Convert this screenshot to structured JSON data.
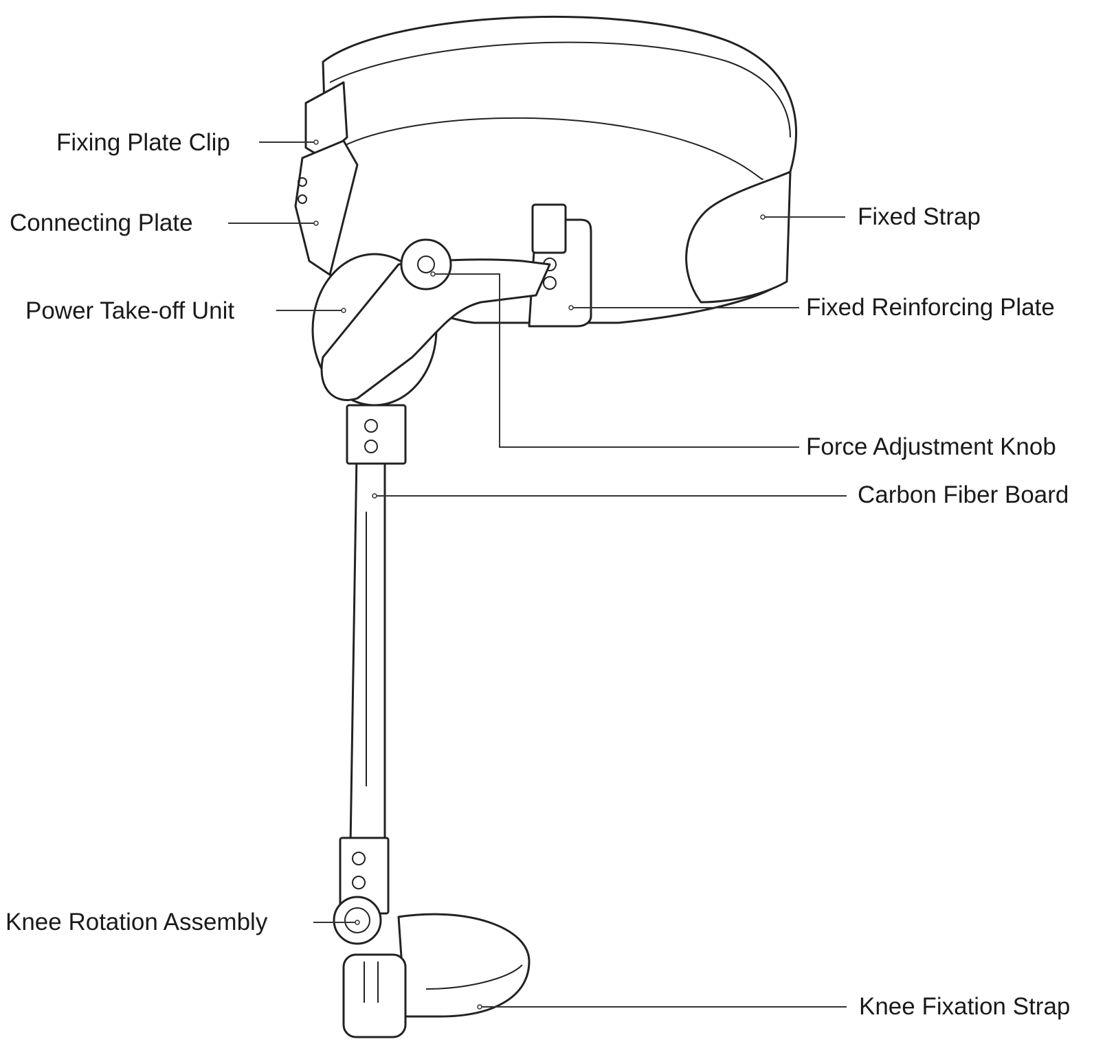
{
  "labels": {
    "fixing_plate_clip": "Fixing Plate Clip",
    "connecting_plate": "Connecting Plate",
    "power_take_off_unit": "Power Take-off Unit",
    "fixed_strap": "Fixed Strap",
    "fixed_reinforcing_plate": "Fixed Reinforcing Plate",
    "force_adjustment_knob": "Force Adjustment Knob",
    "carbon_fiber_board": "Carbon Fiber Board",
    "knee_rotation_assembly": "Knee Rotation Assembly",
    "knee_fixation_strap": "Knee Fixation Strap"
  }
}
